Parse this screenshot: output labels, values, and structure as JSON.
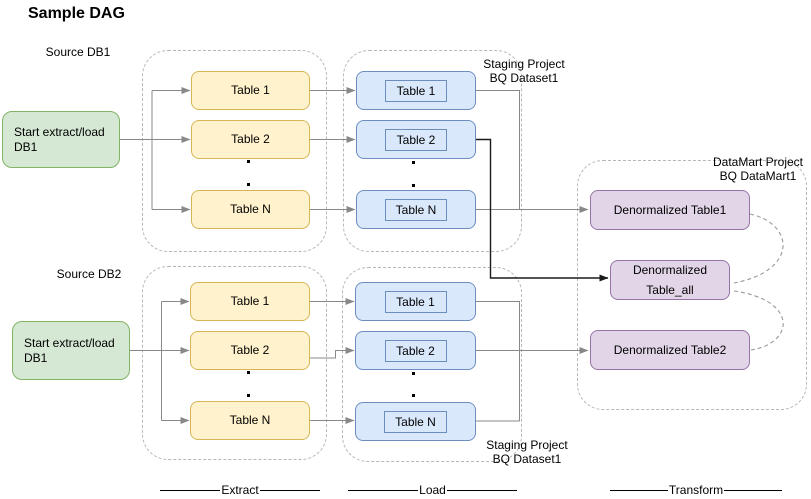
{
  "title": "Sample DAG",
  "colors": {
    "source_node_fill": "#D5E8D4",
    "source_node_border": "#82B366",
    "extract_node_fill": "#FFF2CC",
    "extract_node_border": "#D6B656",
    "load_node_fill": "#DAE8FC",
    "load_node_border": "#6C8EBF",
    "transform_node_fill": "#E1D5E7",
    "transform_node_border": "#9673A6",
    "connector": "#888888",
    "connector_emphasis": "#1a1a1a",
    "container_dash": "#b7b7b7"
  },
  "groups": [
    {
      "source_label": "Source DB1",
      "start": {
        "line1": "Start extract/load",
        "line2": "DB1"
      },
      "extract": [
        "Table 1",
        "Table 2",
        "Table N"
      ],
      "load": [
        "Table 1",
        "Table 2",
        "Table N"
      ],
      "staging": {
        "line1": "Staging Project",
        "line2": "BQ Dataset1"
      }
    },
    {
      "source_label": "Source DB2",
      "start": {
        "line1": "Start extract/load",
        "line2": "DB1"
      },
      "extract": [
        "Table 1",
        "Table 2",
        "Table N"
      ],
      "load": [
        "Table 1",
        "Table 2",
        "Table N"
      ],
      "staging": {
        "line1": "Staging Project",
        "line2": "BQ Dataset1"
      }
    }
  ],
  "datamart": {
    "label": {
      "line1": "DataMart Project",
      "line2": "BQ DataMart1"
    },
    "table1": "Denormalized Table1",
    "table_all": {
      "line1": "Denormalized",
      "line2": "Table_all"
    },
    "table2": "Denormalized Table2"
  },
  "legend": {
    "extract": "Extract",
    "load": "Load",
    "transform": "Transform"
  }
}
